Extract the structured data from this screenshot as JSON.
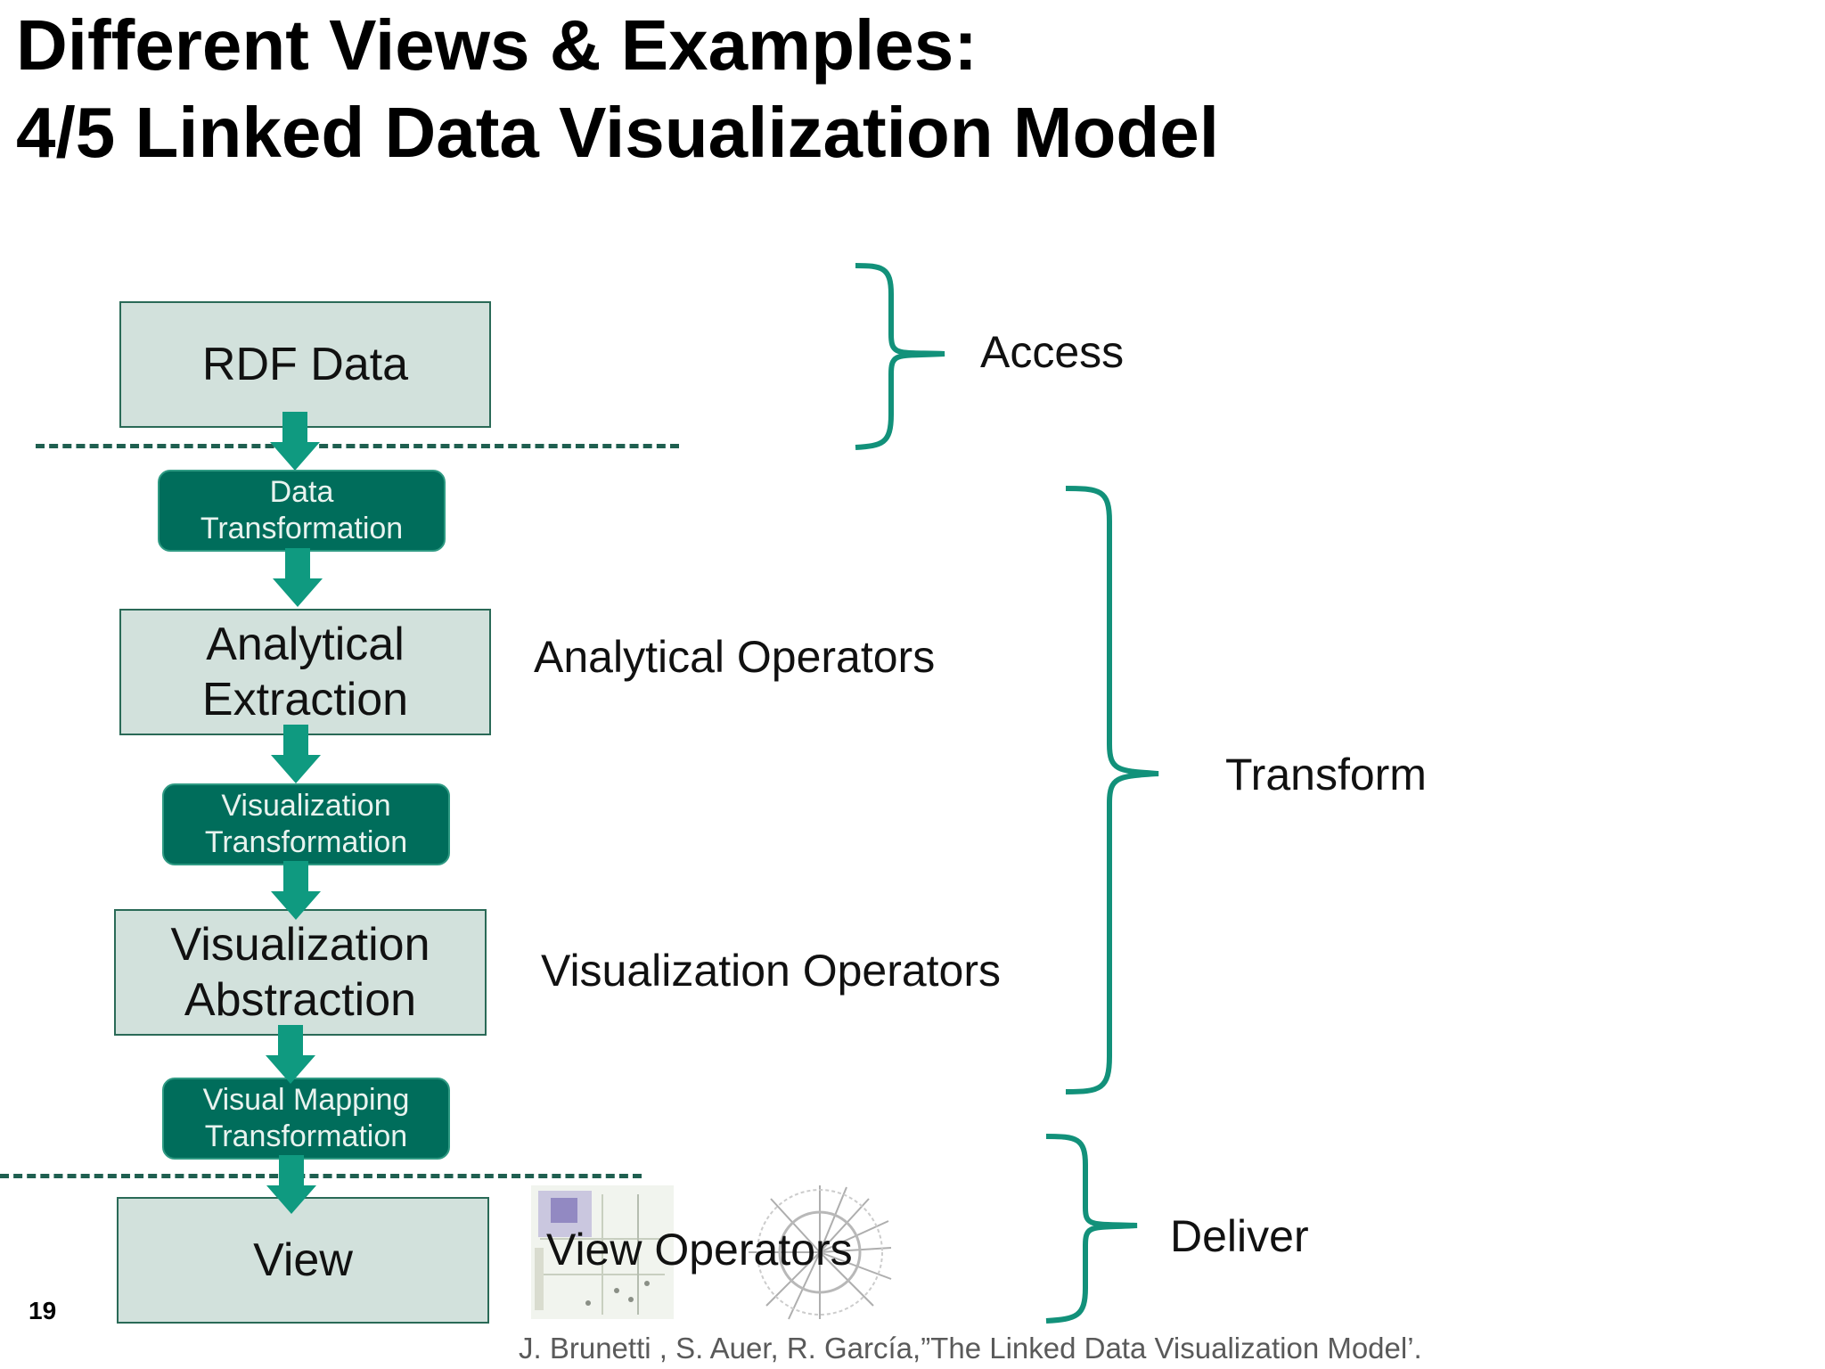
{
  "slide": {
    "title_line1": "Different Views & Examples:",
    "title_line2": "4/5 Linked Data Visualization Model",
    "page_number": "19",
    "citation": "J. Brunetti , S. Auer, R. García,”The Linked Data Visualization Model’."
  },
  "pipeline": {
    "stages": [
      {
        "label": "RDF Data"
      },
      {
        "label": "Analytical\nExtraction"
      },
      {
        "label": "Visualization\nAbstraction"
      },
      {
        "label": "View"
      }
    ],
    "transformations": [
      {
        "label": "Data\nTransformation"
      },
      {
        "label": "Visualization\nTransformation"
      },
      {
        "label": "Visual Mapping\nTransformation"
      }
    ]
  },
  "operators": [
    {
      "label": "Analytical Operators"
    },
    {
      "label": "Visualization Operators"
    },
    {
      "label": "View Operators"
    }
  ],
  "phases": [
    {
      "label": "Access"
    },
    {
      "label": "Transform"
    },
    {
      "label": "Deliver"
    }
  ],
  "colors": {
    "stage_fill": "#d2e1dc",
    "transformation_fill": "#006d5b",
    "arrow": "#0f9a80",
    "brace": "#12917a",
    "dashed_line": "#1f5f50"
  }
}
